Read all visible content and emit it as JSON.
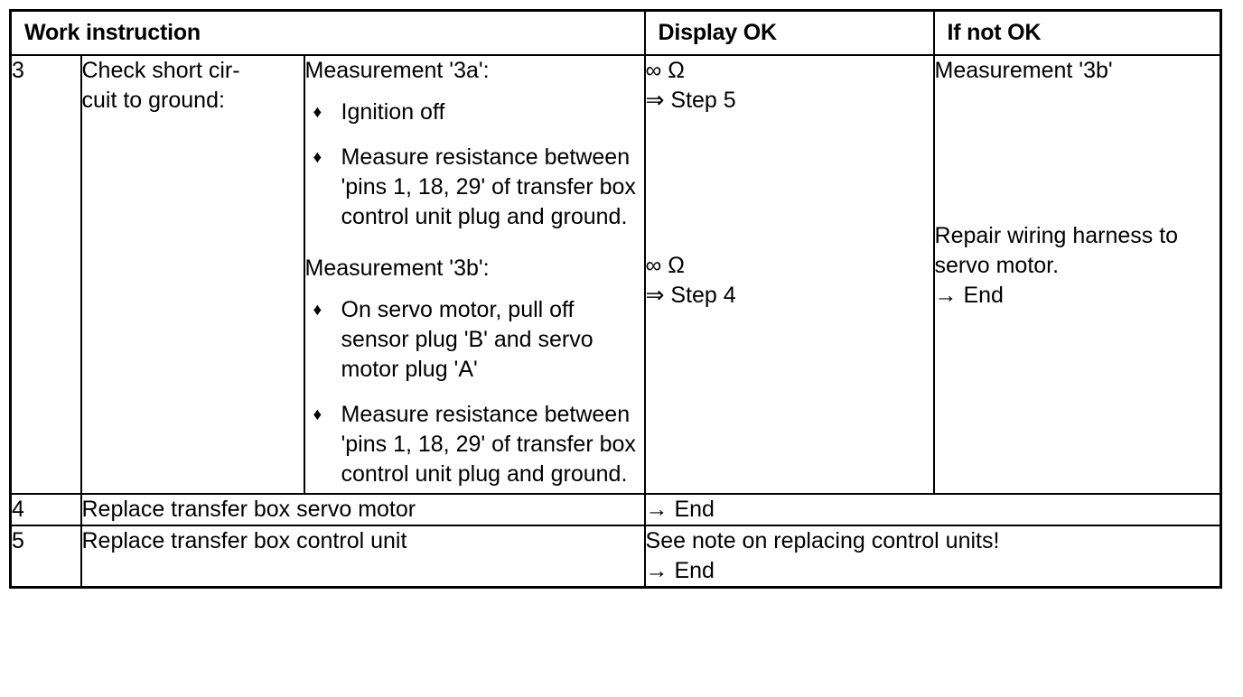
{
  "document": {
    "type": "work-instruction-table",
    "title": "Work instruction troubleshooting table"
  },
  "table": {
    "columns": [
      {
        "key": "step",
        "label": ""
      },
      {
        "key": "instruction",
        "label": "Work instruction"
      },
      {
        "key": "measurement",
        "label": ""
      },
      {
        "key": "display_ok",
        "label": "Display OK"
      },
      {
        "key": "if_not_ok",
        "label": "If not OK"
      }
    ],
    "headers": {
      "work_instruction": "Work instruction",
      "display_ok": "Display OK",
      "if_not_ok": "If not OK"
    },
    "rows": [
      {
        "step": "3",
        "task_line1": "Check short cir-",
        "task_line2": "cuit to ground:",
        "measurements": [
          {
            "title": "Measurement '3a':",
            "bullets": [
              "Ignition off",
              "Measure resistance between 'pins 1, 18, 29' of transfer box control unit plug and ground."
            ],
            "display_ok_line1": "∞ Ω",
            "display_ok_line2": "⇒ Step 5",
            "if_not_ok_line1": "Measurement '3b'",
            "if_not_ok_line2": "",
            "if_not_ok_line3": ""
          },
          {
            "title": "Measurement '3b':",
            "bullets": [
              "On servo motor, pull off sensor plug 'B' and servo motor plug 'A'",
              "Measure resistance between 'pins 1, 18, 29' of transfer box control unit plug and ground."
            ],
            "display_ok_line1": "∞ Ω",
            "display_ok_line2": "⇒ Step 4",
            "if_not_ok_line1": "Repair wiring harness to",
            "if_not_ok_line2": "servo motor.",
            "if_not_ok_line3": "→ End"
          }
        ]
      },
      {
        "step": "4",
        "instruction": "Replace transfer box servo motor",
        "result_line1": "→ End",
        "result_line2": ""
      },
      {
        "step": "5",
        "instruction": "Replace transfer box control unit",
        "result_line1": "See note on replacing control units!",
        "result_line2": "→ End"
      }
    ]
  },
  "glyphs": {
    "bullet": "♦",
    "infinity": "∞",
    "ohm": "Ω",
    "double_arrow": "⇒",
    "single_arrow": "→"
  },
  "colors": {
    "border": "#000000",
    "text": "#000000",
    "background": "#ffffff"
  }
}
